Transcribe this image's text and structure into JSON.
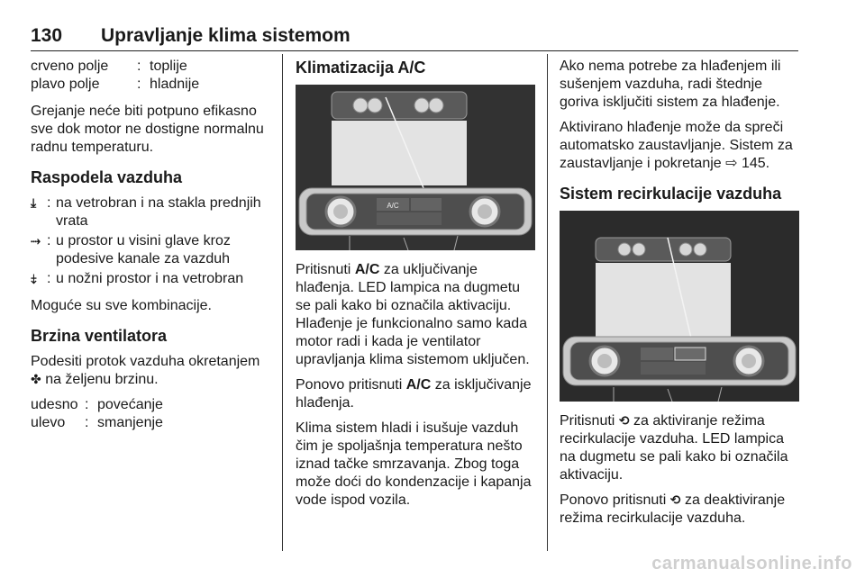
{
  "header": {
    "page_number": "130",
    "title": "Upravljanje klima sistemom"
  },
  "col1": {
    "colors": [
      {
        "term": "crveno polje",
        "sep": ":",
        "desc": "toplije"
      },
      {
        "term": "plavo polje",
        "sep": ":",
        "desc": "hladnije"
      }
    ],
    "heating_note": "Grejanje neće biti potpuno efikasno sve dok motor ne dostigne normalnu radnu temperaturu.",
    "air_dist_heading": "Raspodela vazduha",
    "air_dist": [
      {
        "icon": "windscreen-icon",
        "glyph": "⤓",
        "sep": ":",
        "desc": "na vetrobran i na stakla prednjih vrata"
      },
      {
        "icon": "head-level-icon",
        "glyph": "⤑",
        "sep": ":",
        "desc": "u prostor u visini glave kroz podesive kanale za vazduh"
      },
      {
        "icon": "footwell-icon",
        "glyph": "⤈",
        "sep": ":",
        "desc": "u nožni prostor i na vetrobran"
      }
    ],
    "combos": "Moguće su sve kombinacije.",
    "fan_heading": "Brzina ventilatora",
    "fan_text_a": "Podesiti protok vazduha okretanjem",
    "fan_text_b": "na željenu brzinu.",
    "fan_icon": "fan-icon",
    "fan_glyph": "✤",
    "fan_dirs": [
      {
        "term": "udesno",
        "sep": ":",
        "desc": "povećanje"
      },
      {
        "term": "ulevo",
        "sep": ":",
        "desc": "smanjenje"
      }
    ]
  },
  "col2": {
    "heading": "Klimatizacija A/C",
    "p1_a": "Pritisnuti",
    "p1_b": "A/C",
    "p1_c": "za uključivanje hlađenja. LED lampica na dugmetu se pali kako bi označila aktivaciju. Hlađenje je funkcionalno samo kada motor radi i kada je ventilator upravljanja klima sistemom uključen.",
    "p2_a": "Ponovo pritisnuti",
    "p2_b": "A/C",
    "p2_c": "za isključivanje hlađenja.",
    "p3": "Klima sistem hladi i isušuje vazduh čim je spoljašnja temperatura nešto iznad tačke smrzavanja. Zbog toga može doći do kondenzacije i kapanja vode ispod vozila."
  },
  "col3": {
    "p1": "Ako nema potrebe za hlađenjem ili sušenjem vazduha, radi štednje goriva isključiti sistem za hlađenje.",
    "p2_a": "Aktivirano hlađenje može da spreči automatsko zaustavljanje. Sistem za zaustavljanje i pokretanje",
    "p2_arrow": "⇨",
    "p2_ref": "145.",
    "heading": "Sistem recirkulacije vazduha",
    "p3_a": "Pritisnuti",
    "p3_b": "za aktiviranje režima recirkulacije vazduha. LED lampica na dugmetu se pali kako bi označila aktivaciju.",
    "p4_a": "Ponovo pritisnuti",
    "p4_b": "za deaktiviranje režima recirkulacije vazduha.",
    "recirc_icon": "recirculation-icon",
    "recirc_glyph": "⟲"
  },
  "figure1": {
    "button_label": "A/C"
  },
  "footer": {
    "watermark": "carmanualsonline.info"
  }
}
